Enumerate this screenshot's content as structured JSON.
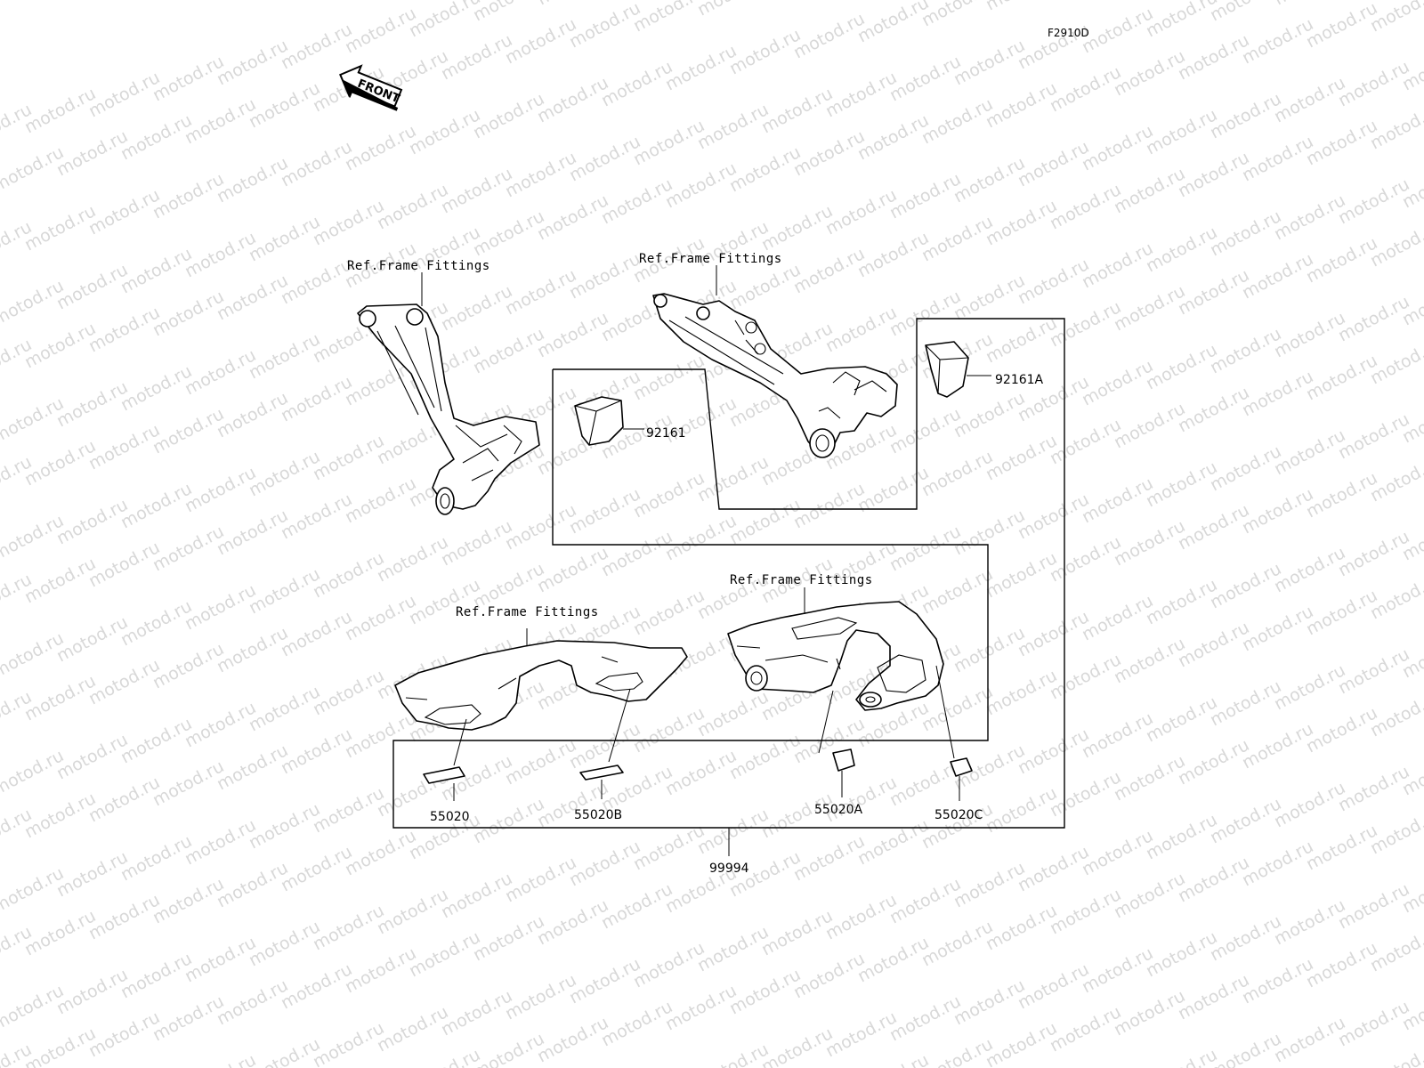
{
  "diagram_code": "F2910D",
  "front_arrow_label": "FRONT",
  "watermark_text": "motod.ru",
  "ref_labels": {
    "front_left_bracket": "Ref.Frame Fittings",
    "front_right_bracket": "Ref.Frame Fittings",
    "rear_left_bracket": "Ref.Frame Fittings",
    "rear_right_bracket": "Ref.Frame Fittings"
  },
  "parts": {
    "p92161": "92161",
    "p92161A": "92161A",
    "p55020": "55020",
    "p55020B": "55020B",
    "p55020A": "55020A",
    "p55020C": "55020C",
    "p99994": "99994"
  },
  "colors": {
    "line": "#000000",
    "background": "#ffffff",
    "watermark": "#d8d8d8"
  }
}
